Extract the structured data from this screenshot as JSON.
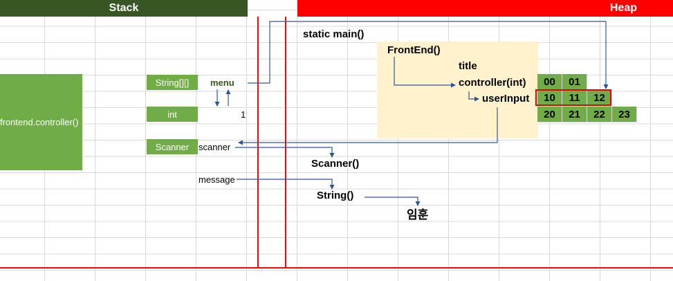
{
  "header": {
    "stack_label": "Stack",
    "heap_label": "Heap"
  },
  "colors": {
    "stack_header": "#375623",
    "heap_header": "#ff0000",
    "cell_green": "#70ad47",
    "object_box": "#fff2cc",
    "arrow": "#2f5597",
    "divider": "#ff0000"
  },
  "stack": {
    "frame_label": "frontend.controller()",
    "types": {
      "string2d": "String[][]",
      "int": "int",
      "scanner": "Scanner"
    },
    "vars": {
      "menu": "menu",
      "int_value": "1",
      "scanner": "scanner",
      "message": "message"
    }
  },
  "heap": {
    "main": "static main()",
    "frontend": "FrontEnd()",
    "title": "title",
    "controller": "controller(int)",
    "userinput": "userInput",
    "scanner_obj": "Scanner()",
    "string_obj": "String()",
    "string_value": "임훈",
    "array_rows": [
      [
        "00",
        "01"
      ],
      [
        "10",
        "11",
        "12"
      ],
      [
        "20",
        "21",
        "22",
        "23"
      ]
    ]
  }
}
